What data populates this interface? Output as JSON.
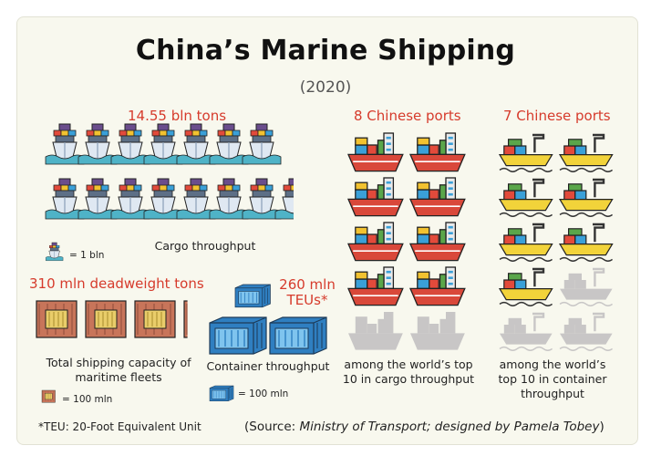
{
  "header": {
    "title": "China’s Marine Shipping",
    "year": "(2020)"
  },
  "cargo": {
    "headline": "14.55 bln tons",
    "caption": "Cargo throughput",
    "legend": "= 1 bln",
    "value_bln_tons": 14.55,
    "icon": "cruise-ship-icon"
  },
  "fleet": {
    "headline": "310 mln deadweight tons",
    "caption_line1": "Total shipping capacity of",
    "caption_line2": "maritime fleets",
    "legend": "= 100 mln",
    "value_mln_tons": 310,
    "icon": "cargo-container-icon"
  },
  "teu": {
    "headline_line1": "260 mln",
    "headline_line2": "TEUs*",
    "caption": "Container throughput",
    "legend": "= 100 mln",
    "value_mln_teu": 260,
    "icon": "shipping-container-icon"
  },
  "cargo_ports": {
    "headline": "8 Chinese ports",
    "caption_line1": "among the world’s top",
    "caption_line2": "10 in cargo throughput",
    "count": 8,
    "of": 10,
    "icon": "cargo-ship-icon"
  },
  "container_ports": {
    "headline": "7 Chinese ports",
    "caption_line1": "among the world’s",
    "caption_line2": "top 10 in container",
    "caption_line3": "throughput",
    "count": 7,
    "of": 10,
    "icon": "container-ship-icon"
  },
  "footnote": "*TEU: 20-Foot Equivalent Unit",
  "source": {
    "open": "(Source: ",
    "italic": "Ministry of Transport; designed by Pamela Tobey",
    "close": ")"
  },
  "colors": {
    "accent_red": "#d63b2c",
    "water": "#4fb3c7",
    "ship_hull": "#d63b2c",
    "yellow_ship": "#f2d33a",
    "container_blue": "#2f7fc1",
    "grey": "#c8c6c6"
  }
}
